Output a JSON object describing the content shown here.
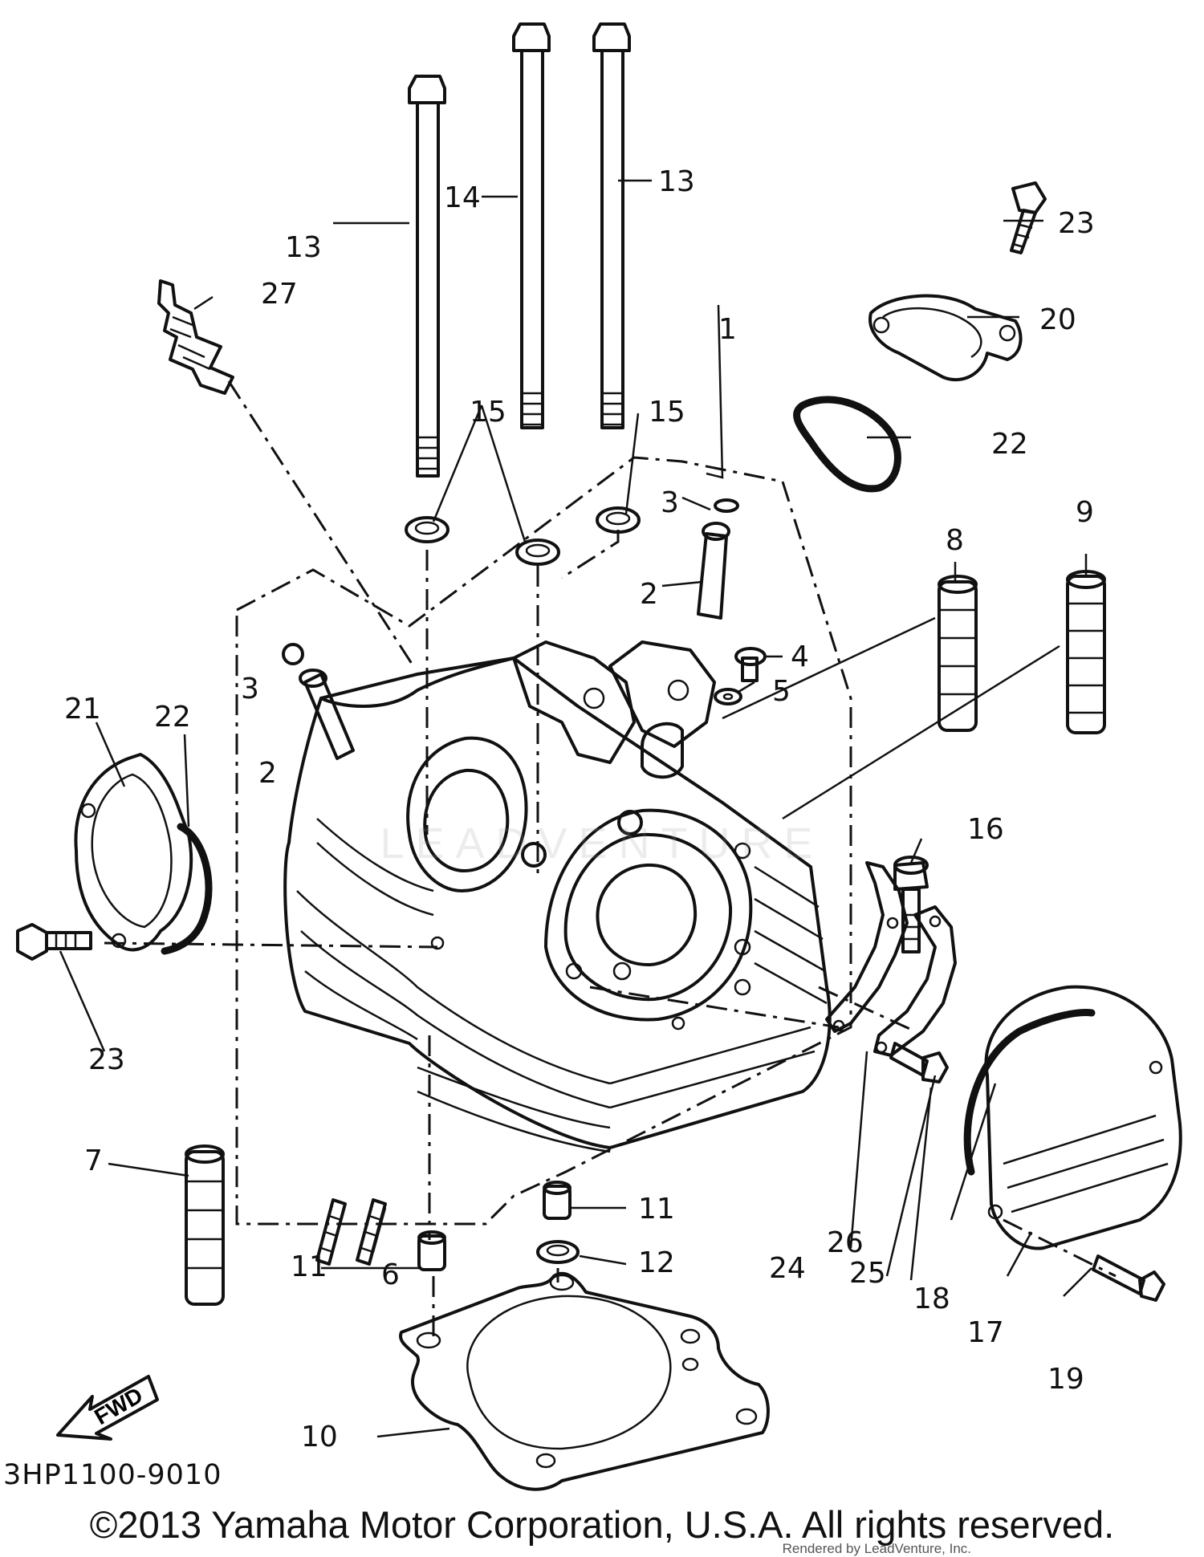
{
  "diagram": {
    "callouts": [
      {
        "id": "c1",
        "text": "1"
      },
      {
        "id": "c2a",
        "text": "2"
      },
      {
        "id": "c2b",
        "text": "2"
      },
      {
        "id": "c3a",
        "text": "3"
      },
      {
        "id": "c3b",
        "text": "3"
      },
      {
        "id": "c4",
        "text": "4"
      },
      {
        "id": "c5",
        "text": "5"
      },
      {
        "id": "c6",
        "text": "6"
      },
      {
        "id": "c7",
        "text": "7"
      },
      {
        "id": "c8",
        "text": "8"
      },
      {
        "id": "c9",
        "text": "9"
      },
      {
        "id": "c10",
        "text": "10"
      },
      {
        "id": "c11a",
        "text": "11"
      },
      {
        "id": "c11b",
        "text": "11"
      },
      {
        "id": "c12",
        "text": "12"
      },
      {
        "id": "c13a",
        "text": "13"
      },
      {
        "id": "c13b",
        "text": "13"
      },
      {
        "id": "c14",
        "text": "14"
      },
      {
        "id": "c15a",
        "text": "15"
      },
      {
        "id": "c15b",
        "text": "15"
      },
      {
        "id": "c16",
        "text": "16"
      },
      {
        "id": "c17",
        "text": "17"
      },
      {
        "id": "c18",
        "text": "18"
      },
      {
        "id": "c19",
        "text": "19"
      },
      {
        "id": "c20",
        "text": "20"
      },
      {
        "id": "c21",
        "text": "21"
      },
      {
        "id": "c22a",
        "text": "22"
      },
      {
        "id": "c22b",
        "text": "22"
      },
      {
        "id": "c23a",
        "text": "23"
      },
      {
        "id": "c23b",
        "text": "23"
      },
      {
        "id": "c24",
        "text": "24"
      },
      {
        "id": "c25",
        "text": "25"
      },
      {
        "id": "c26",
        "text": "26"
      },
      {
        "id": "c27",
        "text": "27"
      }
    ],
    "fwd_label": "FWD",
    "drawing_code": "3HP1100-9010",
    "watermark": "LEADVENTURE"
  },
  "footer": {
    "copyright": "©2013 Yamaha Motor Corporation, U.S.A. All rights reserved.",
    "rendered_by": "Rendered by LeadVenture, Inc."
  }
}
